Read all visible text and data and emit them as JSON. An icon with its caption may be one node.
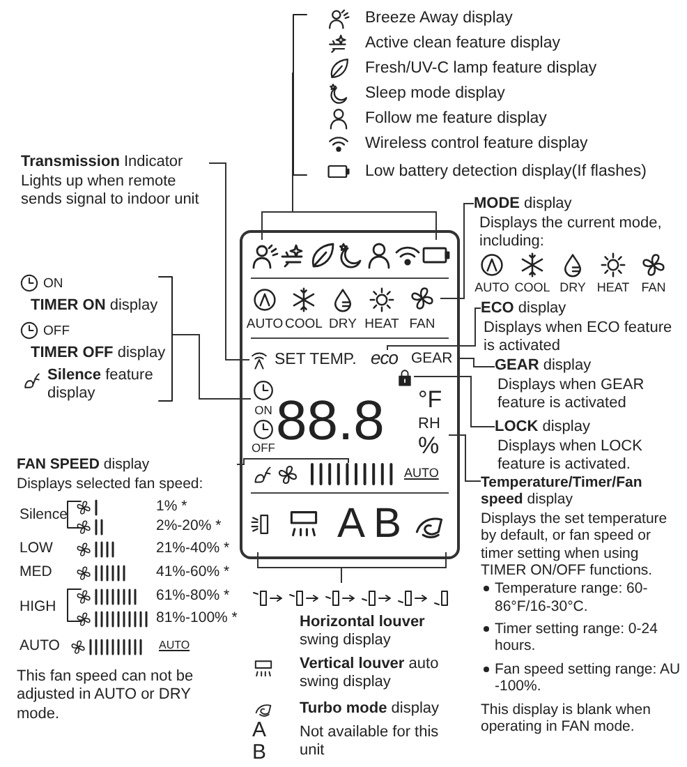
{
  "diagram": {
    "nodes": [
      {
        "text": [
          "Breeze Away display",
          "Active clean feature display",
          "Fresh/UV-C lamp feature display",
          "Sleep mode display",
          "Follow me feature display",
          "Wireless control feature display",
          "Low battery detection display(If flashes)"
        ]
      },
      {
        "text": [
          "**Transmission** Indicator",
          "Lights up when remote sends signal to indoor unit"
        ]
      },
      {
        "text": [
          "ON",
          "**TIMER ON** display",
          "OFF",
          "**TIMER OFF** display",
          "**Silence** feature display"
        ]
      },
      {
        "text": [
          "**MODE** display",
          "Displays the current mode, including:",
          "AUTO",
          "COOL",
          "DRY",
          "HEAT",
          "FAN"
        ]
      },
      {
        "text": [
          "**ECO** display",
          "Displays when ECO feature is activated"
        ]
      },
      {
        "text": [
          "**GEAR** display",
          "Displays when GEAR feature is activated"
        ]
      },
      {
        "text": [
          "**LOCK** display",
          "Displays when LOCK feature is activated."
        ]
      },
      {
        "text": [
          "**Temperature/Timer/Fan speed** display",
          "Displays the set temperature by default, or fan speed or timer setting when using TIMER ON/OFF functions.",
          "Temperature range: 60-86°F/16-30°C.",
          "Timer setting range: 0-24 hours.",
          "Fan speed setting range: AU -100%.",
          "This display is blank when operating in FAN mode."
        ]
      },
      {
        "text": [
          "**FAN SPEED** display",
          "Displays selected fan speed:",
          "Silence",
          "1% *",
          "2%-20% *",
          "LOW",
          "21%-40% *",
          "MED",
          "41%-60% *",
          "61%-80% *",
          "HIGH",
          "81%-100% *",
          "AUTO",
          "AUTO",
          "This fan speed can not be adjusted in AUTO or DRY mode."
        ]
      },
      {
        "text": [
          "**Horizontal louver** swing display",
          "**Vertical louver** auto swing display",
          "**Turbo mode** display",
          "A",
          "B",
          "Not available for this unit"
        ]
      },
      {
        "text": [
          "AUTO",
          "COOL",
          "DRY",
          "HEAT",
          "SET TEMP.",
          "OFF",
          "AUTO"
        ]
      },
      {
        "text": [],
        "shape": "icon",
        "in": 10
      },
      {
        "text": [],
        "shape": "icon",
        "in": 10
      },
      {
        "text": [
          "FAN"
        ],
        "in": 10
      },
      {
        "text": [
          "eco"
        ],
        "in": 10
      },
      {
        "text": [
          "GEAR"
        ],
        "in": 10
      },
      {
        "text": [],
        "shape": "icon",
        "in": 10
      },
      {
        "text": [
          "88.8",
          "°F",
          "RH",
          "%"
        ],
        "in": 10
      },
      {
        "text": [
          "ON"
        ],
        "in": 10
      },
      {
        "text": [],
        "shape": "bar",
        "in": 10
      },
      {
        "text": [
          "A",
          "B"
        ],
        "in": 10
      }
    ],
    "edges": [
      {
        "from": 0,
        "to": 11,
        "arrow": "none"
      },
      {
        "from": 1,
        "to": 12,
        "arrow": "none"
      },
      {
        "from": 2,
        "to": 18,
        "arrow": "none"
      },
      {
        "from": 3,
        "to": 13,
        "arrow": "none"
      },
      {
        "from": 4,
        "to": 14,
        "arrow": "none"
      },
      {
        "from": 5,
        "to": 15,
        "arrow": "none"
      },
      {
        "from": 6,
        "to": 16,
        "arrow": "none"
      },
      {
        "from": 7,
        "to": 17,
        "arrow": "none"
      },
      {
        "from": 8,
        "to": 19,
        "arrow": "none"
      },
      {
        "from": 9,
        "to": 20,
        "arrow": "none"
      }
    ]
  }
}
